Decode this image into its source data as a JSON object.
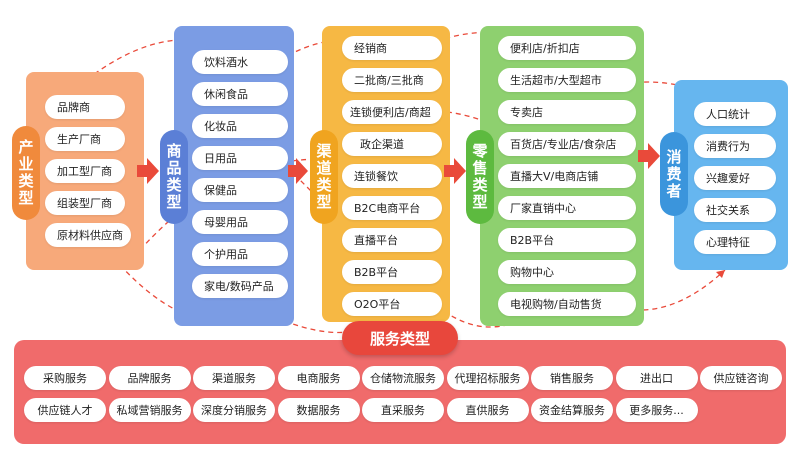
{
  "colors": {
    "industry": "#f7a97a",
    "industry_tag": "#f08a3c",
    "product": "#7b9ce4",
    "product_tag": "#5b7fd6",
    "channel": "#f6b844",
    "channel_tag": "#f0a41f",
    "retail": "#8ed06f",
    "retail_tag": "#5dba3f",
    "consumer": "#66b6ef",
    "consumer_tag": "#3b95dc",
    "service": "#f06b6b",
    "arrow": "#e94a3a"
  },
  "industry": {
    "title": "产业类型",
    "items": [
      "品牌商",
      "生产厂商",
      "加工型厂商",
      "组装型厂商",
      "原材料供应商"
    ]
  },
  "product": {
    "title": "商品类型",
    "items": [
      "饮料酒水",
      "休闲食品",
      "化妆品",
      "日用品",
      "保健品",
      "母婴用品",
      "个护用品",
      "家电/数码产品"
    ]
  },
  "channel": {
    "title": "渠道类型",
    "items": [
      "经销商",
      "二批商/三批商",
      "连锁便利店/商超",
      "政企渠道",
      "连锁餐饮",
      "B2C电商平台",
      "直播平台",
      "B2B平台",
      "O2O平台"
    ]
  },
  "retail": {
    "title": "零售类型",
    "items": [
      "便利店/折扣店",
      "生活超市/大型超市",
      "专卖店",
      "百货店/专业店/食杂店",
      "直播大V/电商店铺",
      "厂家直销中心",
      "B2B平台",
      "购物中心",
      "电视购物/自动售货"
    ]
  },
  "consumer": {
    "title": "消费者",
    "items": [
      "人口统计",
      "消费行为",
      "兴趣爱好",
      "社交关系",
      "心理特征"
    ]
  },
  "service": {
    "title": "服务类型",
    "row1": [
      "采购服务",
      "品牌服务",
      "渠道服务",
      "电商服务",
      "仓储物流服务",
      "代理招标服务",
      "销售服务",
      "进出口",
      "供应链咨询"
    ],
    "row2": [
      "供应链人才",
      "私域营销服务",
      "深度分销服务",
      "数据服务",
      "直采服务",
      "直供服务",
      "资金结算服务",
      "更多服务..."
    ]
  }
}
